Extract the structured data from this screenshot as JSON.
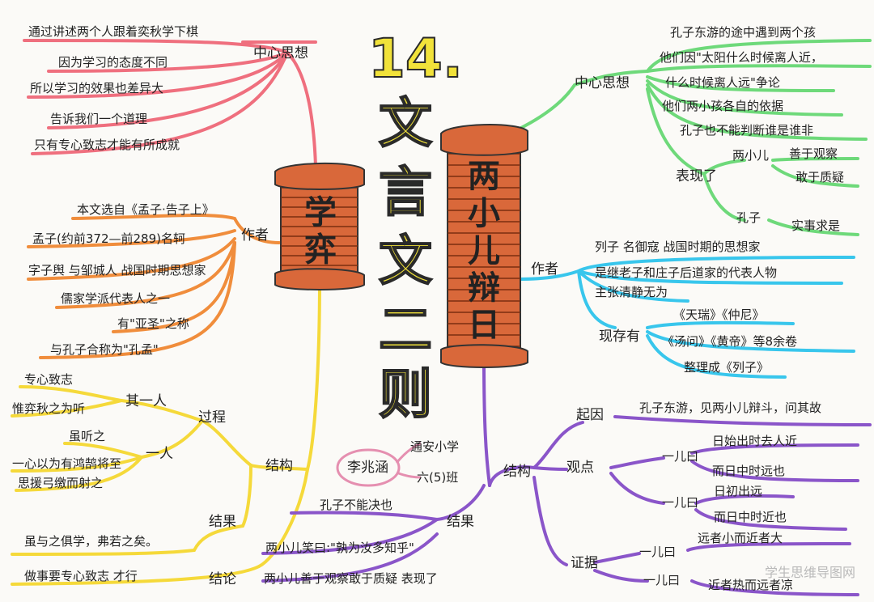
{
  "title": {
    "number": "14.",
    "chars": [
      "文",
      "言",
      "文",
      "二",
      "则"
    ]
  },
  "author": {
    "school": "通安小学",
    "class": "六(5)班",
    "name": "李兆涵"
  },
  "watermark": "学生思维导图网",
  "left_scroll": "学弈",
  "left": {
    "center_thought": {
      "label": "中心思想",
      "items": [
        "通过讲述两个人跟着奕秋学下棋",
        "因为学习的态度不同",
        "所以学习的效果也差异大",
        "告诉我们一个道理",
        "只有专心致志才能有所成就"
      ]
    },
    "author": {
      "label": "作者",
      "items": [
        "本文选自《孟子·告子上》",
        "孟子(约前372—前289)名轲",
        "字子舆 与邹城人 战国时期思想家",
        "儒家学派代表人之一",
        "有\"亚圣\"之称",
        "与孔子合称为\"孔孟\""
      ]
    },
    "structure": {
      "label": "结构",
      "process": {
        "label": "过程",
        "one": {
          "label": "其一人",
          "items": [
            "专心致志",
            "惟弈秋之为听"
          ]
        },
        "other": {
          "label": "一人",
          "items": [
            "虽听之",
            "一心以为有鸿鹄将至",
            "思援弓缴而射之"
          ]
        }
      },
      "result": {
        "label": "结果",
        "text": "虽与之俱学，弗若之矣。"
      },
      "conclusion": {
        "label": "结论",
        "text": "做事要专心致志 才行"
      }
    }
  },
  "right_scroll": "两小儿辩日",
  "right": {
    "center_thought": {
      "label": "中心思想",
      "items": [
        "孔子东游的途中遇到两个孩",
        "他们因\"太阳什么时候离人近，",
        "什么时候离人远\"争论",
        "他们两小孩各自的依据",
        "孔子也不能判断谁是谁非"
      ]
    },
    "shows": {
      "label": "表现了",
      "kids": {
        "label": "两小儿",
        "items": [
          "善于观察",
          "敢于质疑"
        ]
      },
      "confucius": {
        "label": "孔子",
        "items": [
          "实事求是"
        ]
      }
    },
    "author": {
      "label": "作者",
      "items": [
        "列子  名御寇  战国时期的思想家",
        "是继老子和庄子后道家的代表人物",
        "主张清静无为"
      ],
      "now": {
        "label": "现存有",
        "items": [
          "《天瑞》《仲尼》",
          "《汤问》《黄帝》等8余卷",
          "整理成《列子》"
        ]
      }
    },
    "structure": {
      "label": "结构",
      "cause": {
        "label": "起因",
        "text": "孔子东游，见两小儿辩斗，问其故"
      },
      "views": {
        "label": "观点",
        "kid1": {
          "label": "一儿曰",
          "items": [
            "日始出时去人近",
            "而日中时远也"
          ]
        },
        "kid2": {
          "label": "一儿曰",
          "items": [
            "日初出远",
            "而日中时近也"
          ]
        }
      },
      "evidence": {
        "label": "证据",
        "kid1": {
          "label": "一儿曰",
          "text": "远者小而近者大"
        },
        "kid2": {
          "label": "一儿曰",
          "text": "近者热而远者凉"
        }
      },
      "result": {
        "label": "结果",
        "items": [
          "孔子不能决也",
          "两小儿笑曰:\"孰为汝多知乎\"",
          "两小儿善于观察敢于质疑  表现了"
        ]
      }
    }
  },
  "colors": {
    "red": "#ef6f7e",
    "orange": "#f08d3c",
    "yellow": "#f5d93a",
    "green": "#6ed97a",
    "cyan": "#38c6ec",
    "purple": "#8a55c9",
    "scroll": "#d9683a",
    "title_yellow": "#f1e23a"
  }
}
